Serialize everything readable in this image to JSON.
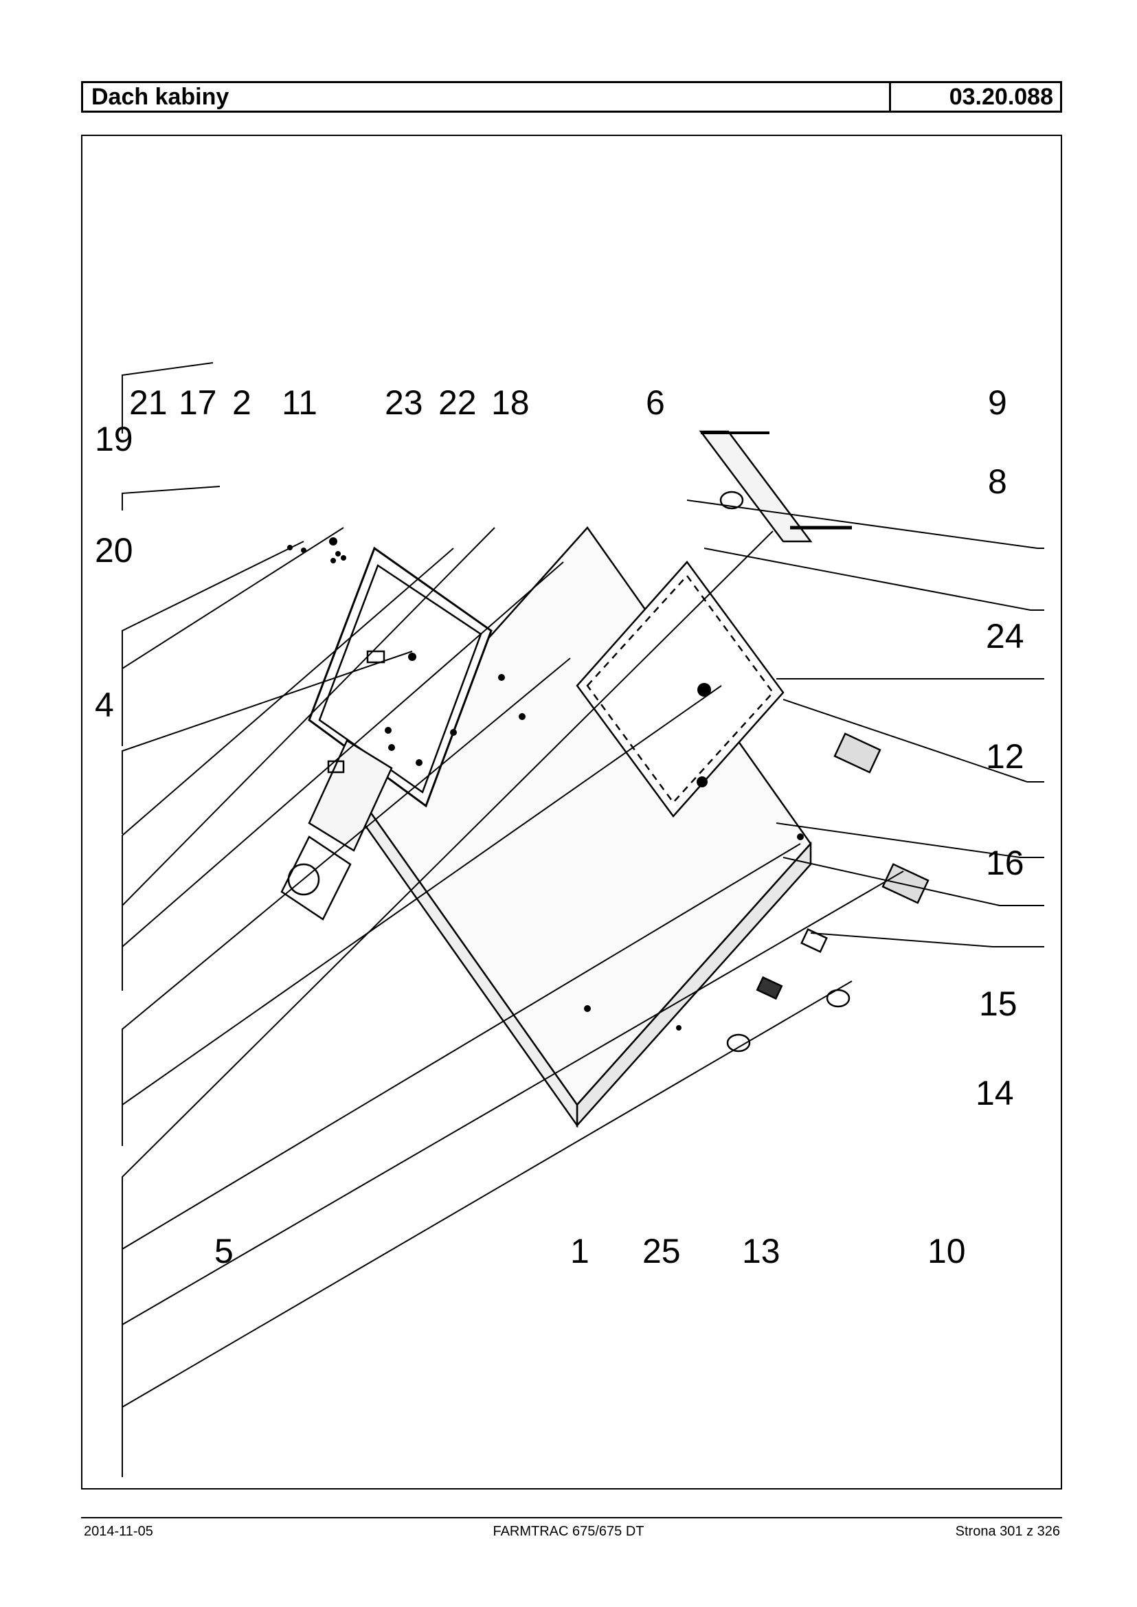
{
  "header": {
    "title": "Dach kabiny",
    "code": "03.20.088"
  },
  "diagram": {
    "callouts": [
      "19",
      "21",
      "17",
      "2",
      "11",
      "23",
      "22",
      "18",
      "6",
      "9",
      "8",
      "24",
      "12",
      "16",
      "15",
      "14",
      "10",
      "13",
      "25",
      "1",
      "5",
      "4",
      "20"
    ]
  },
  "footer": {
    "date": "2014-11-05",
    "model": "FARMTRAC 675/675 DT",
    "page": "Strona 301 z 326"
  }
}
